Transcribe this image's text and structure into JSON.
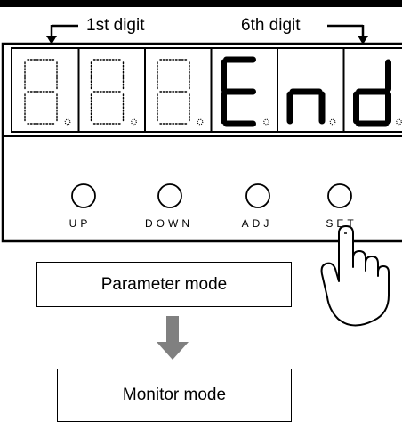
{
  "labels": {
    "first_digit": "1st digit",
    "sixth_digit": "6th digit"
  },
  "display": {
    "digits": [
      {
        "state": "off",
        "segments": "abcdefg"
      },
      {
        "state": "off",
        "segments": "abcdefg"
      },
      {
        "state": "off",
        "segments": "abcdefg"
      },
      {
        "state": "on",
        "char": "E",
        "segments": "adefg"
      },
      {
        "state": "on",
        "char": "n",
        "segments": "ceg"
      },
      {
        "state": "on",
        "char": "d",
        "segments": "bcdeg"
      }
    ]
  },
  "buttons": [
    {
      "label": "UP"
    },
    {
      "label": "DOWN"
    },
    {
      "label": "ADJ"
    },
    {
      "label": "SET"
    }
  ],
  "boxes": {
    "parameter_mode": "Parameter mode",
    "monitor_mode": "Monitor mode"
  },
  "colors": {
    "lit_segment": "#000000",
    "unlit_segment": "#000000",
    "flow_arrow": "#808080"
  },
  "icons": [
    "pointing-hand-icon",
    "down-arrow-icon"
  ]
}
